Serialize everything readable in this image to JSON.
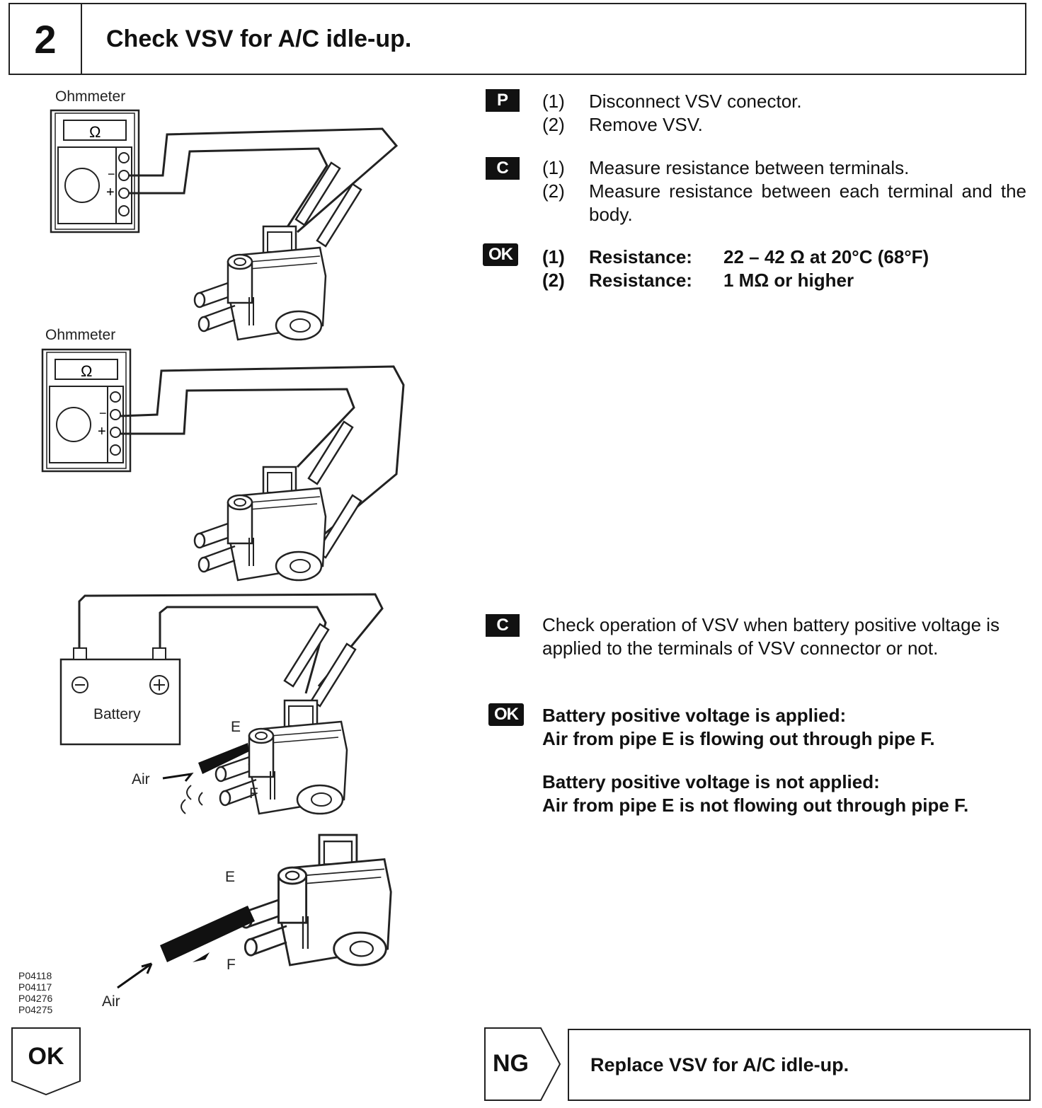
{
  "header": {
    "step_number": "2",
    "title": "Check VSV for A/C idle-up."
  },
  "figure": {
    "ohmmeter_label": "Ohmmeter",
    "ohm_symbol": "Ω",
    "minus": "−",
    "plus": "+",
    "battery_label": "Battery",
    "pipe_e": "E",
    "pipe_f": "F",
    "air_label": "Air",
    "part_codes": [
      "P04118",
      "P04117",
      "P04276",
      "P04275"
    ]
  },
  "section1": {
    "prep_badge": "P",
    "prep_steps": [
      {
        "num": "(1)",
        "text": "Disconnect VSV conector."
      },
      {
        "num": "(2)",
        "text": "Remove VSV."
      }
    ],
    "check_badge": "C",
    "check_steps": [
      {
        "num": "(1)",
        "text": "Measure resistance between terminals."
      },
      {
        "num": "(2)",
        "text": "Measure resistance between each terminal and the body."
      }
    ],
    "ok_badge": "OK",
    "ok_results": [
      {
        "num": "(1)",
        "label": "Resistance:",
        "value": "22 – 42 Ω at 20°C (68°F)"
      },
      {
        "num": "(2)",
        "label": "Resistance:",
        "value": "1 MΩ or higher"
      }
    ]
  },
  "section2": {
    "check_badge": "C",
    "check_text": "Check operation of VSV when battery positive voltage is applied to the terminals of VSV connector or not.",
    "ok_badge": "OK",
    "applied_title": "Battery positive voltage is applied:",
    "applied_result": "Air from pipe E is flowing out through pipe F.",
    "not_applied_title": "Battery positive voltage is not applied:",
    "not_applied_result": "Air from pipe E is not flowing out through pipe F."
  },
  "bottom": {
    "ok_label": "OK",
    "ng_label": "NG",
    "ng_action": "Replace VSV for A/C idle-up."
  }
}
